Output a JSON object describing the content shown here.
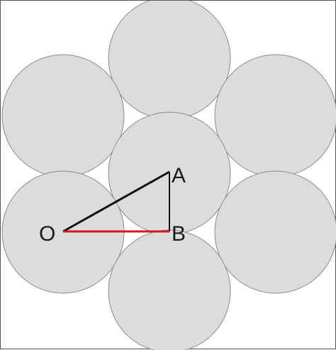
{
  "diagram": {
    "labels": {
      "o": "O",
      "a": "A",
      "b": "B"
    },
    "colors": {
      "circle_fill": "#dcdcdc",
      "circle_stroke": "#8a8a8a",
      "segment_oa": "#111111",
      "segment_ab": "#111111",
      "segment_ob": "#d11a1a"
    }
  }
}
